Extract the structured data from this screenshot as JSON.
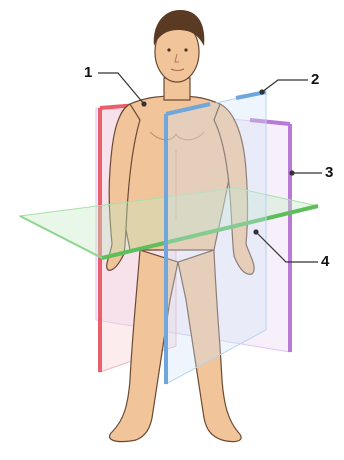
{
  "diagram": {
    "labels": [
      {
        "id": "1",
        "text": "1",
        "plane_color": "#e8606c"
      },
      {
        "id": "2",
        "text": "2",
        "plane_color": "#6fa6dc"
      },
      {
        "id": "3",
        "text": "3",
        "plane_color": "#b979d6"
      },
      {
        "id": "4",
        "text": "4",
        "plane_color": "#5cbf5c"
      }
    ],
    "colors": {
      "skin": "#f1c49a",
      "skin_shade": "#e0a47a",
      "outline": "#6b4a35",
      "hair": "#5a3a22",
      "leader_line": "#333333"
    }
  }
}
